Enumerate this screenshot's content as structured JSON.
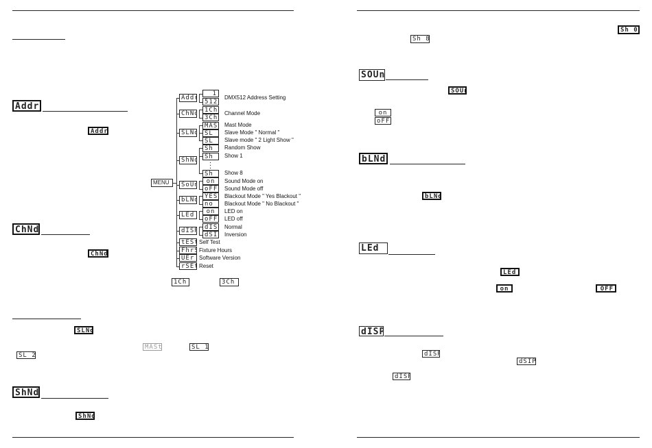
{
  "left_page": {
    "headings": {
      "addr": "Addr",
      "chnd": "ChNd",
      "shnd": "ShNd"
    },
    "inline_codes": {
      "addr": "Addr",
      "chnd": "ChNd",
      "slnd": "SLNd",
      "mast": "MASt",
      "sl1": "SL 1",
      "sl2": "SL 2",
      "shnd": "ShNd",
      "ch1": "1Ch",
      "ch3": "3Ch"
    },
    "menu_tree": {
      "root": "MENU",
      "groups": [
        {
          "code": "Addr",
          "options": [
            {
              "code": "1",
              "label": "DMX512 Address Setting"
            },
            {
              "code": "512",
              "label": ""
            }
          ]
        },
        {
          "code": "ChNd",
          "options": [
            {
              "code": "1Ch",
              "label": "Channel Mode"
            },
            {
              "code": "3Ch",
              "label": ""
            }
          ]
        },
        {
          "code": "SLNd",
          "options": [
            {
              "code": "MASt",
              "label": "Mast Mode"
            },
            {
              "code": "SL 1",
              "label": "Slave Mode \" Normal \""
            },
            {
              "code": "SL 2",
              "label": "Slave mode \" 2 Light Show \""
            }
          ]
        },
        {
          "code": "ShNd",
          "options": [
            {
              "code": "Sh 0",
              "label": "Random Show"
            },
            {
              "code": "Sh 1",
              "label": "Show 1"
            },
            {
              "code": "Sh 8",
              "label": "Show 8"
            }
          ]
        },
        {
          "code": "SoUn",
          "options": [
            {
              "code": "on",
              "label": "Sound Mode on"
            },
            {
              "code": "oFF",
              "label": "Sound Mode off"
            }
          ]
        },
        {
          "code": "bLNd",
          "options": [
            {
              "code": "YES",
              "label": "Blackout Mode \" Yes Blackout \""
            },
            {
              "code": "no",
              "label": "Blackout Mode \" No Blackout \""
            }
          ]
        },
        {
          "code": "LEd",
          "options": [
            {
              "code": "on",
              "label": "LED on"
            },
            {
              "code": "oFF",
              "label": "LED off"
            }
          ]
        },
        {
          "code": "dISP",
          "options": [
            {
              "code": "dISP",
              "label": "Normal"
            },
            {
              "code": "dSIP",
              "label": "Inversion"
            }
          ]
        }
      ],
      "standalone": [
        {
          "code": "tESt",
          "label": "Self Test"
        },
        {
          "code": "FhrS",
          "label": "Fixture Hours"
        },
        {
          "code": "UEr",
          "label": "Software Version"
        },
        {
          "code": "rSEt",
          "label": "Reset"
        }
      ]
    }
  },
  "right_page": {
    "headings": {
      "soun": "SOUn",
      "blnd": "bLNd",
      "led": "LEd",
      "disp": "dISP"
    },
    "inline_codes": {
      "sh0": "Sh 0",
      "sh8": "Sh 8",
      "soun": "SOUn",
      "on": "on",
      "off": "oFF",
      "blnd": "bLNd",
      "led": "LEd",
      "led_on": "on",
      "led_off": "OFF",
      "disp": "dISP",
      "dsip": "dSIP",
      "disp2": "dISP"
    }
  },
  "colors": {
    "text": "#111111",
    "rule": "#222222",
    "grey_code": "#9a9a9a",
    "background": "#ffffff"
  }
}
